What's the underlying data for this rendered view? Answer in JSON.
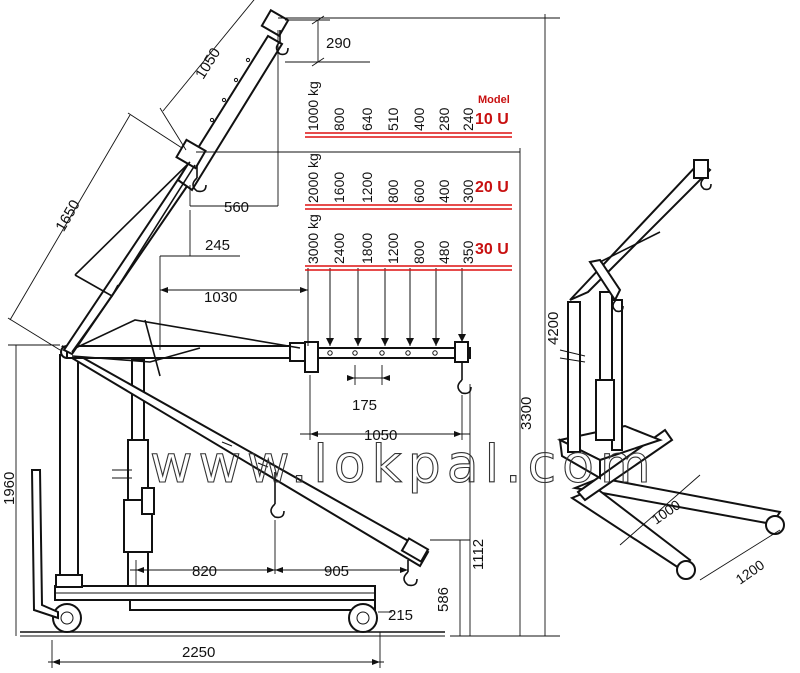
{
  "watermark": "www.lokpal.com",
  "models": [
    {
      "label": "10 U",
      "header": "Model",
      "capacities": [
        "1000 kg",
        "800",
        "640",
        "510",
        "400",
        "280",
        "240"
      ]
    },
    {
      "label": "20 U",
      "capacities": [
        "2000 kg",
        "1600",
        "1200",
        "800",
        "600",
        "400",
        "300"
      ]
    },
    {
      "label": "30 U",
      "capacities": [
        "3000 kg",
        "2400",
        "1800",
        "1200",
        "800",
        "480",
        "350"
      ]
    }
  ],
  "dimensions": {
    "d290": "290",
    "d1050_arm": "1050",
    "d1650": "1650",
    "d560": "560",
    "d245": "245",
    "d1030": "1030",
    "d175": "175",
    "d1050_beam": "1050",
    "d4200": "4200",
    "d3300": "3300",
    "d1960": "1960",
    "d1112": "1112",
    "d586": "586",
    "d820": "820",
    "d905": "905",
    "d215": "215",
    "d2250": "2250",
    "d1000": "1000",
    "d1200": "1200"
  }
}
